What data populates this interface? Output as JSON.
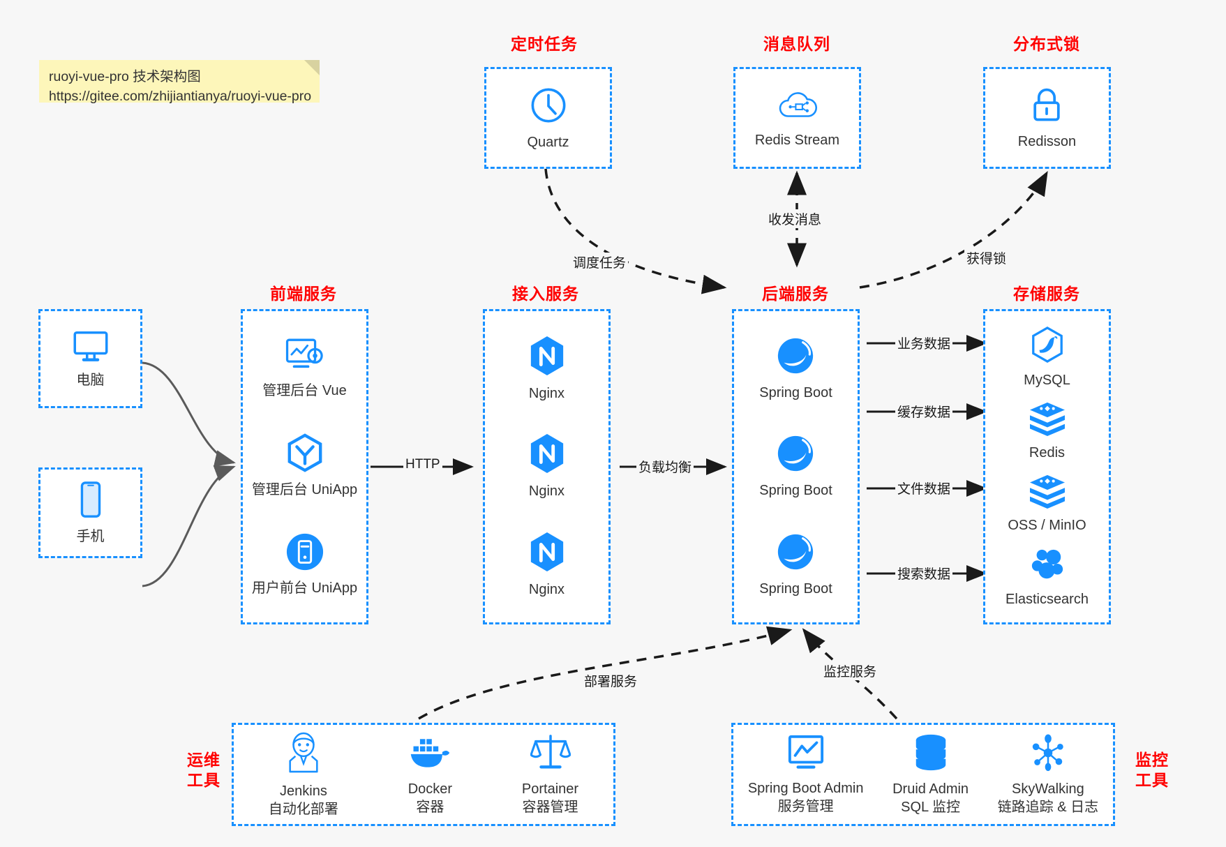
{
  "note": {
    "line1": "ruoyi-vue-pro 技术架构图",
    "line2": "https://gitee.com/zhijiantianya/ruoyi-vue-pro"
  },
  "colors": {
    "accent_blue": "#1890ff",
    "title_red": "#ff0000",
    "edge_dark": "#1a1a1a",
    "edge_gray": "#595959",
    "note_yellow": "#fdf6ba",
    "canvas_bg": "#f7f7f7",
    "node_bg": "#ffffff"
  },
  "groups": {
    "scheduled_task": "定时任务",
    "message_queue": "消息队列",
    "distributed_lock": "分布式锁",
    "frontend_service": "前端服务",
    "gateway_service": "接入服务",
    "backend_service": "后端服务",
    "storage_service": "存储服务",
    "devops_tools_line1": "运维",
    "devops_tools_line2": "工具",
    "monitor_tools_line1": "监控",
    "monitor_tools_line2": "工具"
  },
  "clients": [
    {
      "label": "电脑",
      "icon": "desktop-computer-icon"
    },
    {
      "label": "手机",
      "icon": "mobile-phone-icon"
    }
  ],
  "top_nodes": [
    {
      "label": "Quartz",
      "icon": "clock-icon"
    },
    {
      "label": "Redis Stream",
      "icon": "cloud-stream-icon"
    },
    {
      "label": "Redisson",
      "icon": "padlock-icon"
    }
  ],
  "frontend_items": [
    {
      "label": "管理后台 Vue",
      "icon": "dashboard-gear-icon"
    },
    {
      "label": "管理后台 UniApp",
      "icon": "cube-icon"
    },
    {
      "label": "用户前台 UniApp",
      "icon": "mobile-circle-icon"
    }
  ],
  "gateway_items": [
    {
      "label": "Nginx",
      "icon": "nginx-icon"
    },
    {
      "label": "Nginx",
      "icon": "nginx-icon"
    },
    {
      "label": "Nginx",
      "icon": "nginx-icon"
    }
  ],
  "backend_items": [
    {
      "label": "Spring Boot",
      "icon": "spring-boot-icon"
    },
    {
      "label": "Spring Boot",
      "icon": "spring-boot-icon"
    },
    {
      "label": "Spring Boot",
      "icon": "spring-boot-icon"
    }
  ],
  "storage_items": [
    {
      "label": "MySQL",
      "icon": "mysql-icon"
    },
    {
      "label": "Redis",
      "icon": "redis-icon"
    },
    {
      "label": "OSS / MinIO",
      "icon": "redis-icon"
    },
    {
      "label": "Elasticsearch",
      "icon": "elasticsearch-icon"
    }
  ],
  "devops_items": [
    {
      "label": "Jenkins",
      "sub": "自动化部署",
      "icon": "jenkins-butler-icon"
    },
    {
      "label": "Docker",
      "sub": "容器",
      "icon": "docker-whale-icon"
    },
    {
      "label": "Portainer",
      "sub": "容器管理",
      "icon": "scales-balance-icon"
    }
  ],
  "monitor_items": [
    {
      "label": "Spring Boot Admin",
      "sub": "服务管理",
      "icon": "monitor-chart-icon"
    },
    {
      "label": "Druid Admin",
      "sub": "SQL 监控",
      "icon": "database-cylinder-icon"
    },
    {
      "label": "SkyWalking",
      "sub": "链路追踪 & 日志",
      "icon": "network-nodes-icon"
    }
  ],
  "edge_labels": {
    "http": "HTTP",
    "load_balance": "负载均衡",
    "schedule_task": "调度任务",
    "send_receive_message": "收发消息",
    "acquire_lock": "获得锁",
    "business_data": "业务数据",
    "cache_data": "缓存数据",
    "file_data": "文件数据",
    "search_data": "搜索数据",
    "deploy_service": "部署服务",
    "monitor_service": "监控服务"
  }
}
